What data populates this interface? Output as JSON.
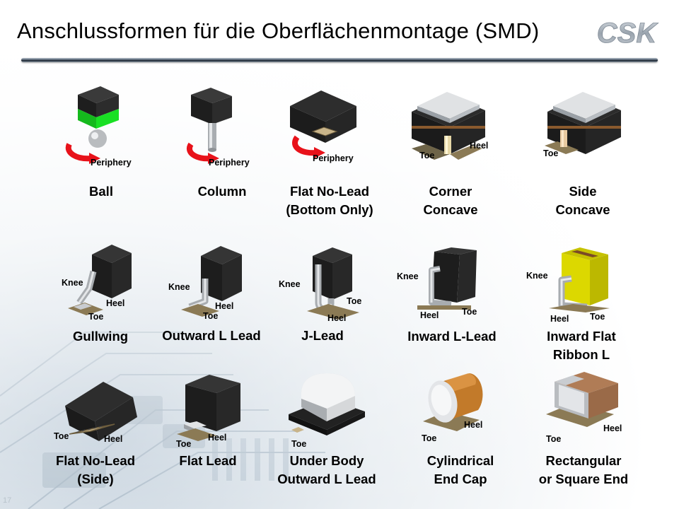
{
  "slide": {
    "title": "Anschlussformen für die Oberflächenmontage (SMD)",
    "page_number": "17",
    "logo_text": "CSK"
  },
  "terms": {
    "periphery": "Periphery",
    "toe": "Toe",
    "heel": "Heel",
    "knee": "Knee"
  },
  "rows": [
    [
      {
        "id": "ball",
        "lines": [
          "Ball"
        ]
      },
      {
        "id": "column",
        "lines": [
          "Column"
        ]
      },
      {
        "id": "flat-no-lead-bottom",
        "lines": [
          "Flat No-Lead",
          "(Bottom Only)"
        ]
      },
      {
        "id": "corner-concave",
        "lines": [
          "Corner",
          "Concave"
        ]
      },
      {
        "id": "side-concave",
        "lines": [
          "Side",
          "Concave"
        ]
      }
    ],
    [
      {
        "id": "gullwing",
        "lines": [
          "Gullwing"
        ]
      },
      {
        "id": "outward-l-lead",
        "lines": [
          "Outward L Lead"
        ]
      },
      {
        "id": "j-lead",
        "lines": [
          "J-Lead"
        ]
      },
      {
        "id": "inward-l-lead",
        "lines": [
          "Inward L-Lead"
        ]
      },
      {
        "id": "inward-flat-ribbon-l",
        "lines": [
          "Inward Flat",
          "Ribbon L"
        ]
      }
    ],
    [
      {
        "id": "flat-no-lead-side",
        "lines": [
          "Flat No-Lead",
          "(Side)"
        ]
      },
      {
        "id": "flat-lead",
        "lines": [
          "Flat Lead"
        ]
      },
      {
        "id": "under-body-outward-l-lead",
        "lines": [
          "Under Body",
          "Outward L Lead"
        ]
      },
      {
        "id": "cylindrical-end-cap",
        "lines": [
          "Cylindrical",
          "End Cap"
        ]
      },
      {
        "id": "rectangular-square-end",
        "lines": [
          "Rectangular",
          "or Square End"
        ]
      }
    ]
  ],
  "colors": {
    "accent_green": "#19e024",
    "arrow_red": "#e8121a",
    "body_dark": "#2a2a2a",
    "pad_tan": "#8b7a55",
    "ribbon_yellow": "#e8e400",
    "cap_orange": "#c27a2a",
    "chip_brown": "#9a6a48"
  }
}
